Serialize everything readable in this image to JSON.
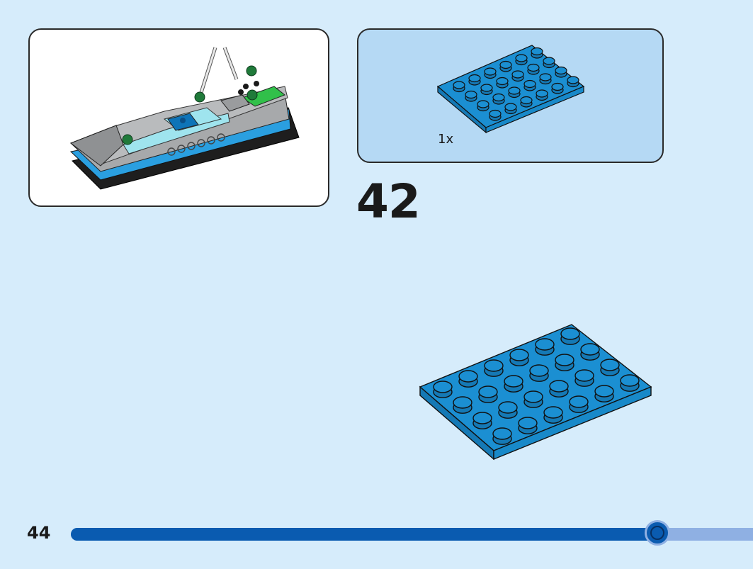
{
  "page": {
    "background": "#d6ecfb",
    "number": "44"
  },
  "step": {
    "number": "42"
  },
  "parts_callout": {
    "quantity": "1x",
    "part_icon": "plate-4x6-blue-icon",
    "part_color": "#1b8fd2"
  },
  "previous_build": {
    "image_icon": "boat-model-previous-step-icon"
  },
  "progress": {
    "fraction": 0.86,
    "fill_color": "#0a5bb0",
    "track_color": "#8fb0e3"
  }
}
